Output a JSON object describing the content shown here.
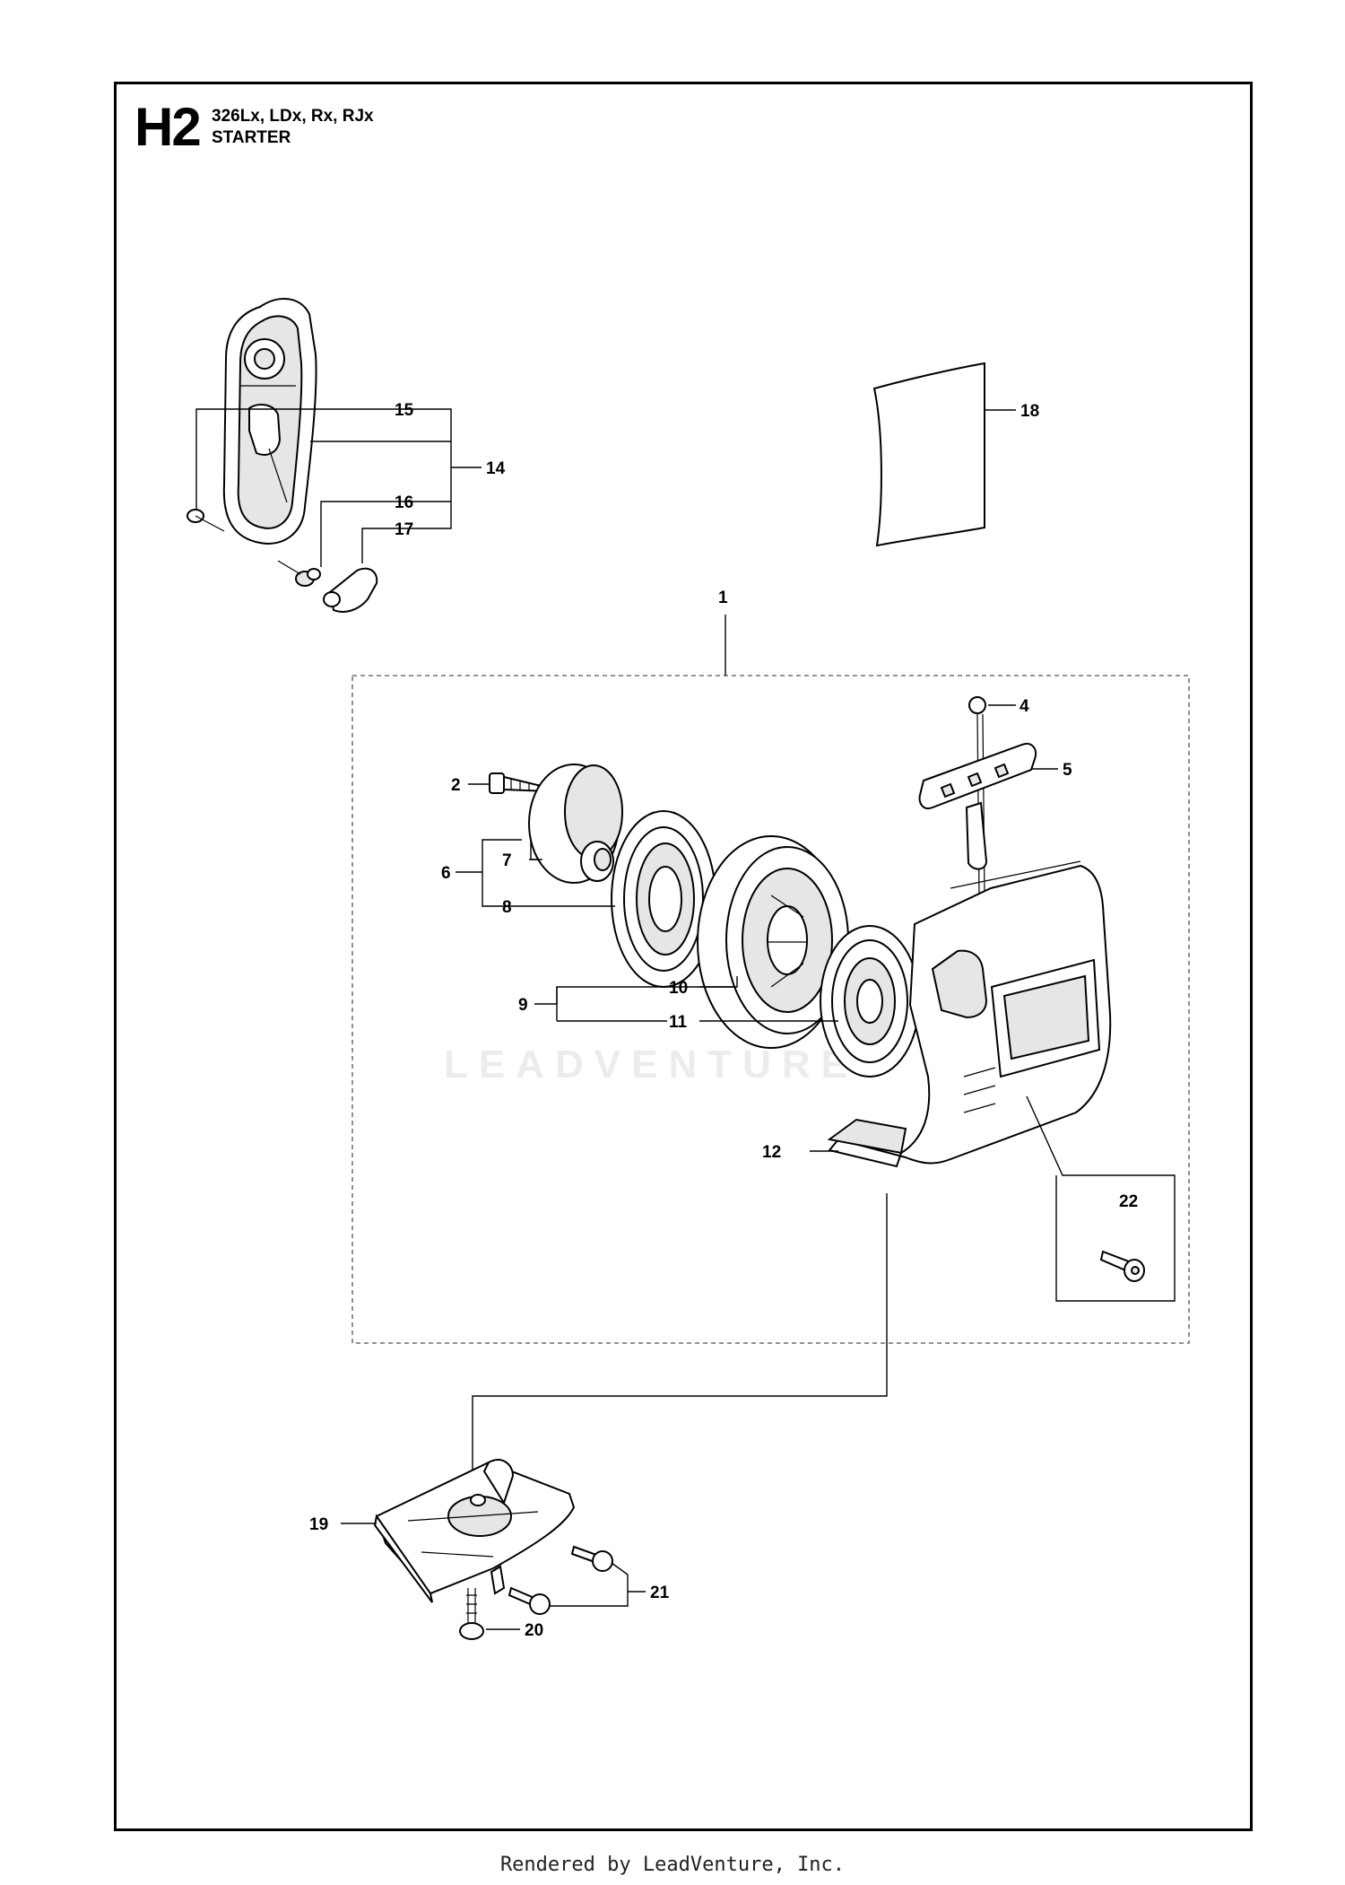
{
  "header": {
    "code": "H2",
    "models": "326Lx, LDx, Rx, RJx",
    "title": "STARTER"
  },
  "watermark": "LEADVENTURE",
  "footer": "Rendered by LeadVenture, Inc.",
  "callouts": {
    "c1": "1",
    "c2": "2",
    "c4": "4",
    "c5": "5",
    "c6": "6",
    "c7": "7",
    "c8": "8",
    "c9": "9",
    "c10": "10",
    "c11": "11",
    "c12": "12",
    "c14": "14",
    "c15": "15",
    "c16": "16",
    "c17": "17",
    "c18": "18",
    "c19": "19",
    "c20": "20",
    "c21": "21",
    "c22": "22"
  }
}
